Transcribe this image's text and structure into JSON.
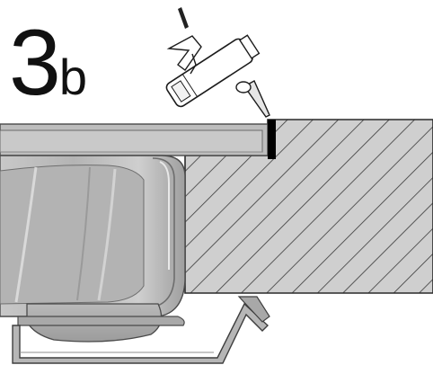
{
  "step": {
    "number": "3",
    "suffix": "b"
  },
  "parts": {
    "sealant_gun": "sealant-gun-icon",
    "countertop": "countertop-cross-section",
    "sink": "sink-basin",
    "mounting_clip": "mounting-clip",
    "sealant_bead": "sealant-bead"
  },
  "colors": {
    "hatch_fill": "#cfcfcf",
    "hatch_line": "#3a3a3a",
    "sink_metal": "#bdbdbd",
    "sealant": "#000000"
  }
}
